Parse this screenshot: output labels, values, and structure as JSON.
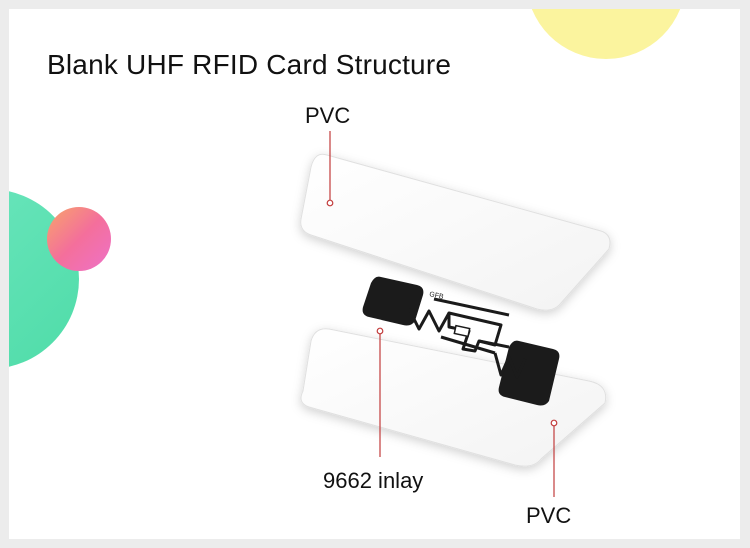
{
  "title": "Blank UHF RFID Card Structure",
  "layers": {
    "top": "PVC",
    "inlay": "9662 inlay",
    "bottom": "PVC"
  },
  "chip_text": "GFB",
  "colors": {
    "circle_yellow": "#fbf49e",
    "circle_green": "#5fe2b6",
    "circle_pink": "#f27ea6",
    "leader_line": "#c23b3b",
    "antenna_pad": "#1b1b1b"
  }
}
